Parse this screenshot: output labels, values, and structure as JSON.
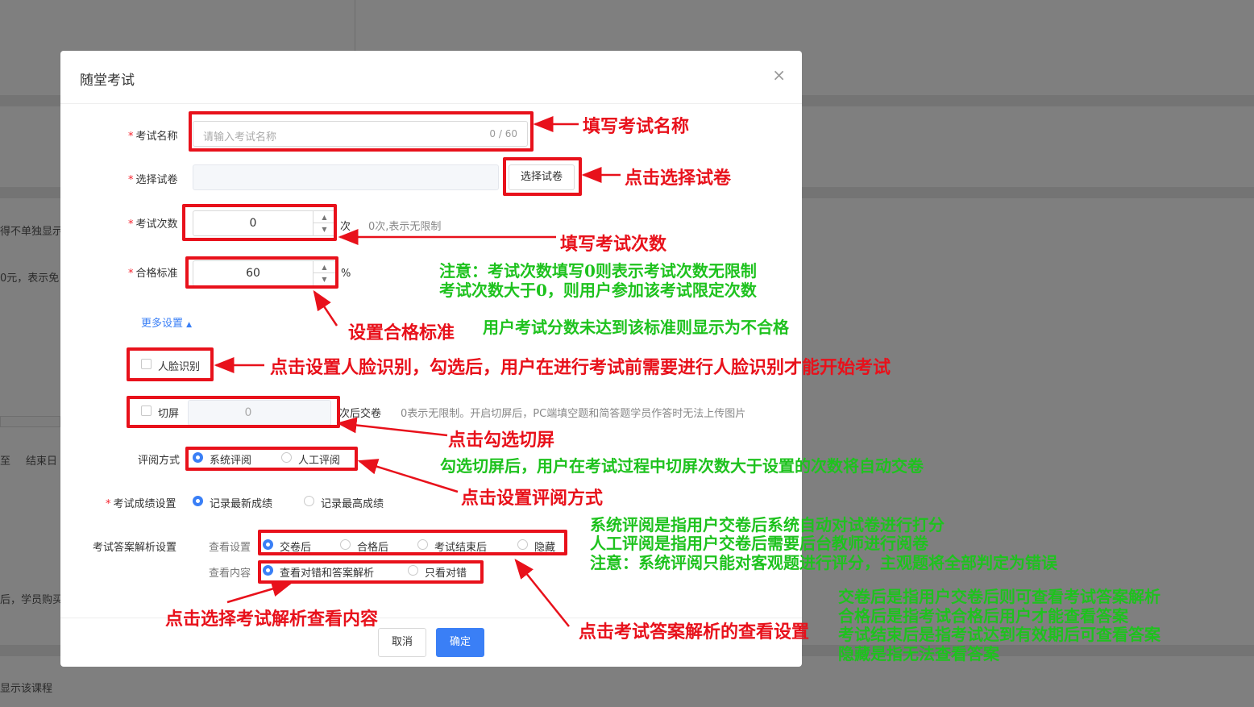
{
  "background": {
    "texts": [
      "得不单独显示",
      "0元，表示免",
      "至",
      "结束日",
      "后，学员购买",
      "显示该课程"
    ]
  },
  "dialog": {
    "title": "随堂考试",
    "close_glyph": "×",
    "exam_name": {
      "label": "考试名称",
      "placeholder": "请输入考试名称",
      "counter": "0 / 60"
    },
    "paper": {
      "label": "选择试卷",
      "button": "选择试卷"
    },
    "attempts": {
      "label": "考试次数",
      "value": "0",
      "unit": "次",
      "hint": "0次,表示无限制"
    },
    "pass": {
      "label": "合格标准",
      "value": "60",
      "unit": "%"
    },
    "more_settings": "更多设置",
    "more_icon": "▲",
    "face": {
      "label": "人脸识别"
    },
    "switch": {
      "label": "切屏",
      "value": "0",
      "suffix": "次后交卷",
      "hint": "0表示无限制。开启切屏后，PC端填空题和简答题学员作答时无法上传图片"
    },
    "review": {
      "label": "评阅方式",
      "options": [
        "系统评阅",
        "人工评阅"
      ]
    },
    "score": {
      "label": "考试成绩设置",
      "options": [
        "记录最新成绩",
        "记录最高成绩"
      ]
    },
    "analysis": {
      "label": "考试答案解析设置",
      "view_setting_label": "查看设置",
      "view_setting_options": [
        "交卷后",
        "合格后",
        "考试结束后",
        "隐藏"
      ],
      "view_content_label": "查看内容",
      "view_content_options": [
        "查看对错和答案解析",
        "只看对错"
      ]
    },
    "cancel": "取消",
    "confirm": "确定"
  },
  "annotations": {
    "red": {
      "a1": "填写考试名称",
      "a2": "点击选择试卷",
      "a3": "填写考试次数",
      "a4": "设置合格标准",
      "a5": "点击设置人脸识别，勾选后，用户在进行考试前需要进行人脸识别才能开始考试",
      "a6": "点击勾选切屏",
      "a7": "点击设置评阅方式",
      "a8": "点击选择考试解析查看内容",
      "a9": "点击考试答案解析的查看设置"
    },
    "green": {
      "g1": "注意：考试次数填写0则表示考试次数无限制",
      "g2": "考试次数大于0，则用户参加该考试限定次数",
      "g3": "用户考试分数未达到该标准则显示为不合格",
      "g4": "勾选切屏后，用户在考试过程中切屏次数大于设置的次数将自动交卷",
      "g5": "系统评阅是指用户交卷后系统自动对试卷进行打分",
      "g6": "人工评阅是指用户交卷后需要后台教师进行阅卷",
      "g7": "注意：系统评阅只能对客观题进行评分，主观题将全部判定为错误",
      "g8": "交卷后是指用户交卷后则可查看考试答案解析",
      "g9": "合格后是指考试合格后用户才能查看答案",
      "g10": "考试结束后是指考试达到有效期后可查看答案",
      "g11": "隐藏是指无法查看答案"
    }
  }
}
